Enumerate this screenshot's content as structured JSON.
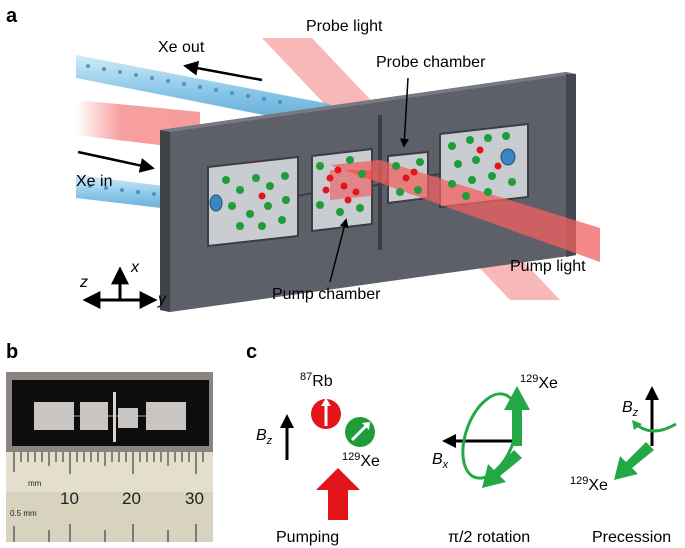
{
  "panels": {
    "a": {
      "letter": "a",
      "labels": {
        "probe_light": "Probe light",
        "xe_out": "Xe out",
        "probe_chamber": "Probe chamber",
        "xe_in": "Xe in",
        "pump_light": "Pump light",
        "pump_chamber": "Pump chamber",
        "axis_z": "z",
        "axis_x": "x",
        "axis_y": "y"
      }
    },
    "b": {
      "letter": "b",
      "ruler": {
        "numbers": [
          "10",
          "20",
          "30"
        ],
        "unit_mm": "mm",
        "unit_half_mm": "0.5 mm"
      }
    },
    "c": {
      "letter": "c",
      "pumping": {
        "rb_mass": "87",
        "rb_symbol": "Rb",
        "xe_mass": "129",
        "xe_symbol": "Xe",
        "field_symbol": "B",
        "field_sub": "z",
        "caption": "Pumping"
      },
      "rotation": {
        "xe_mass": "129",
        "xe_symbol": "Xe",
        "field_symbol": "B",
        "field_sub": "x",
        "caption": "π/2 rotation"
      },
      "precession": {
        "xe_mass": "129",
        "xe_symbol": "Xe",
        "field_symbol": "B",
        "field_sub": "z",
        "caption": "Precession"
      }
    }
  },
  "colors": {
    "rb_red": "#e3151a",
    "xe_green": "#1f9d3a",
    "arrow_green": "#22a845",
    "pump_red": "#f26060",
    "laser_pink": "#f7a0a0",
    "tube_blue": "#7cc0e6",
    "plate_gray": "#5d6068"
  }
}
